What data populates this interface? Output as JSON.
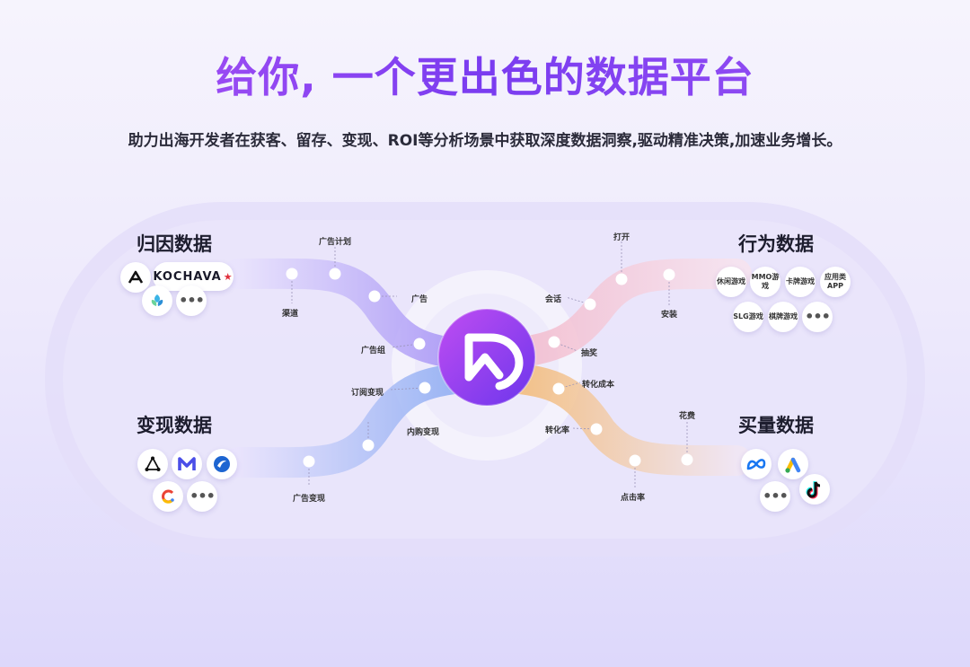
{
  "header": {
    "title": "给你, 一个更出色的数据平台",
    "subtitle": "助力出海开发者在获客、留存、变现、ROI等分析场景中获取深度数据洞察,驱动精准决策,加速业务增长。"
  },
  "sections": {
    "attribution": {
      "title": "归因数据",
      "brand": "KOCHAVA"
    },
    "behavior": {
      "title": "行为数据",
      "tags": [
        "休闲游戏",
        "MMO游戏",
        "卡牌游戏",
        "应用类APP",
        "SLG游戏",
        "棋牌游戏"
      ]
    },
    "monetization": {
      "title": "变现数据"
    },
    "acquisition": {
      "title": "买量数据"
    }
  },
  "flow_labels": {
    "ad_plan": "广告计划",
    "channel": "渠道",
    "ad": "广告",
    "ad_group": "广告组",
    "subscription": "订阅变现",
    "iap": "内购变现",
    "ad_revenue": "广告变现",
    "open": "打开",
    "session": "会话",
    "install": "安装",
    "lottery": "抽奖",
    "conversion_cost": "转化成本",
    "conversion_rate": "转化率",
    "cost": "花费",
    "ctr": "点击率"
  },
  "more": "•••",
  "colors": {
    "title_accent": "#8a4bf0",
    "purple_flow": "#a795f6",
    "pink_flow": "#f3c2d3",
    "orange_flow": "#f5c98e",
    "blue_flow": "#8fb0f4",
    "hub_start": "#c04df2",
    "hub_end": "#6c36ec"
  },
  "icons": {
    "hub": "logo-icon",
    "attribution": [
      "appsflyer-icon",
      "kochava-logo",
      "singular-icon"
    ],
    "monetization": [
      "applovin-icon",
      "mintegral-icon",
      "ironsource-icon",
      "admob-icon"
    ],
    "acquisition": [
      "meta-icon",
      "google-ads-icon",
      "tiktok-icon"
    ]
  }
}
